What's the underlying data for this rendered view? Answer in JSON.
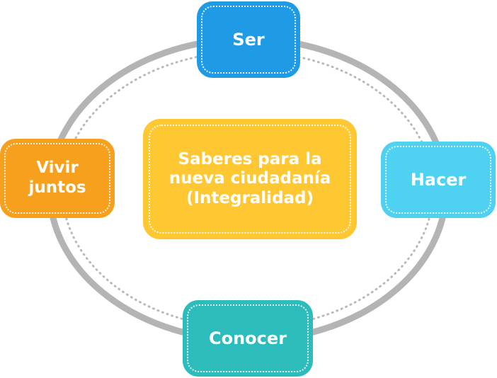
{
  "colors": {
    "ser": "#1f9be6",
    "hacer": "#4fd1f2",
    "conocer": "#2cbcbc",
    "vivir": "#f6a01e",
    "center": "#ffc832",
    "ring": "#b4b4b4",
    "ring_dots": "#b9b9b9"
  },
  "nodes": {
    "ser": {
      "label": "Ser"
    },
    "hacer": {
      "label": "Hacer"
    },
    "conocer": {
      "label": "Conocer"
    },
    "vivir": {
      "line1": "Vivir",
      "line2": "juntos"
    },
    "center": {
      "line1": "Saberes para la",
      "line2": "nueva ciudadanía",
      "line3": "(Integralidad)"
    }
  }
}
